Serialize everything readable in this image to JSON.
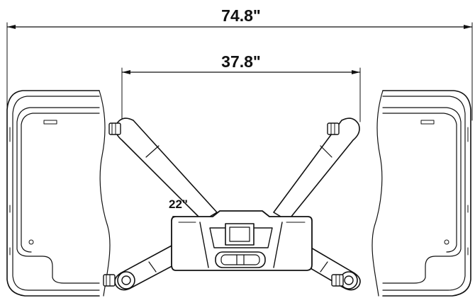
{
  "dimensions": {
    "overall_width": "74.8\"",
    "arm_spread": "37.8\"",
    "arm_height": "22\""
  },
  "colors": {
    "line": "#111111",
    "background": "#ffffff"
  }
}
